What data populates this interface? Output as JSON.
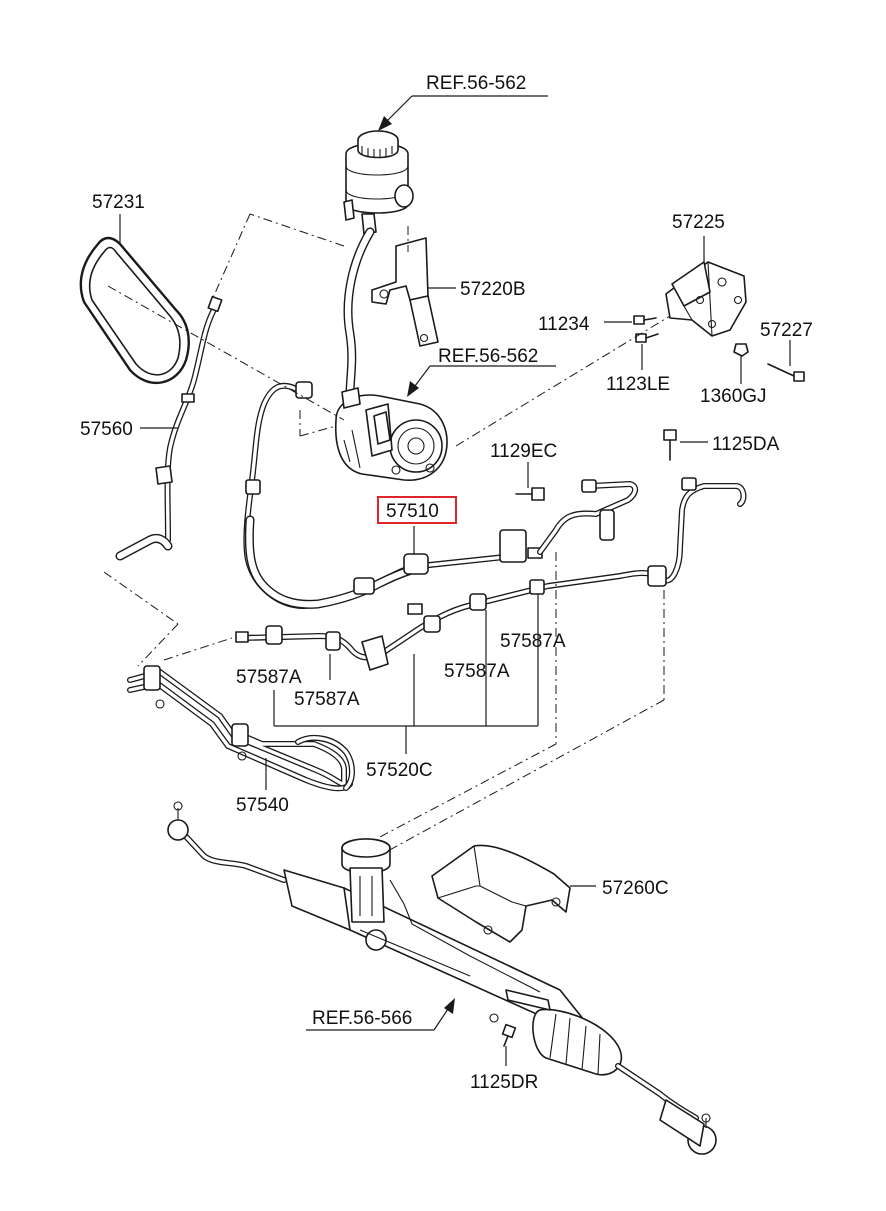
{
  "labels": {
    "ref_56_562_top": "REF.56-562",
    "ref_56_562_pump": "REF.56-562",
    "ref_56_566": "REF.56-566",
    "p57231": "57231",
    "p57220B": "57220B",
    "p57225": "57225",
    "p11234": "11234",
    "p57227": "57227",
    "p1123LE": "1123LE",
    "p1360GJ": "1360GJ",
    "p57560": "57560",
    "p1129EC": "1129EC",
    "p1125DA": "1125DA",
    "p57510": "57510",
    "p57587A_1": "57587A",
    "p57587A_2": "57587A",
    "p57587A_3": "57587A",
    "p57587A_4": "57587A",
    "p57520C": "57520C",
    "p57540": "57540",
    "p57260C": "57260C",
    "p1125DR": "1125DR"
  },
  "highlight": {
    "part": "57510",
    "color": "#e0262b"
  },
  "colors": {
    "line": "#1a1a1a",
    "background": "#ffffff"
  }
}
